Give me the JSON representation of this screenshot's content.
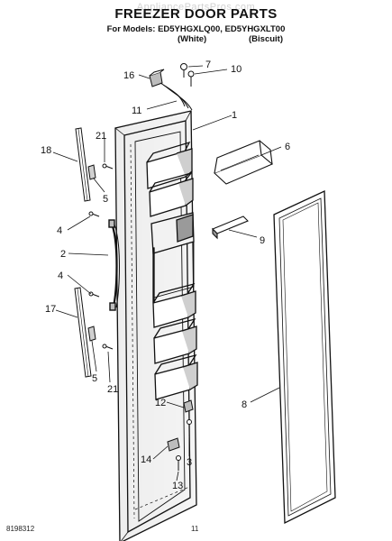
{
  "header": {
    "watermark": "AppliancePartsPros.com",
    "title": "FREEZER DOOR PARTS",
    "models_line": "For Models: ED5YHGXLQ00, ED5YHGXLT00",
    "variant_1": "(White)",
    "variant_2": "(Biscuit)"
  },
  "footer": {
    "doc_number": "8198312",
    "page_number": "11"
  },
  "callouts": {
    "c1": "1",
    "c2": "2",
    "c3": "3",
    "c4a": "4",
    "c4b": "4",
    "c5a": "5",
    "c5b": "5",
    "c6": "6",
    "c7": "7",
    "c8": "8",
    "c9": "9",
    "c10": "10",
    "c11": "11",
    "c12": "12",
    "c13": "13",
    "c14": "14",
    "c16": "16",
    "c17": "17",
    "c18": "18",
    "c21a": "21",
    "c21b": "21"
  },
  "colors": {
    "line": "#111111",
    "shade": "#9a9a9a",
    "paper": "#ffffff"
  }
}
